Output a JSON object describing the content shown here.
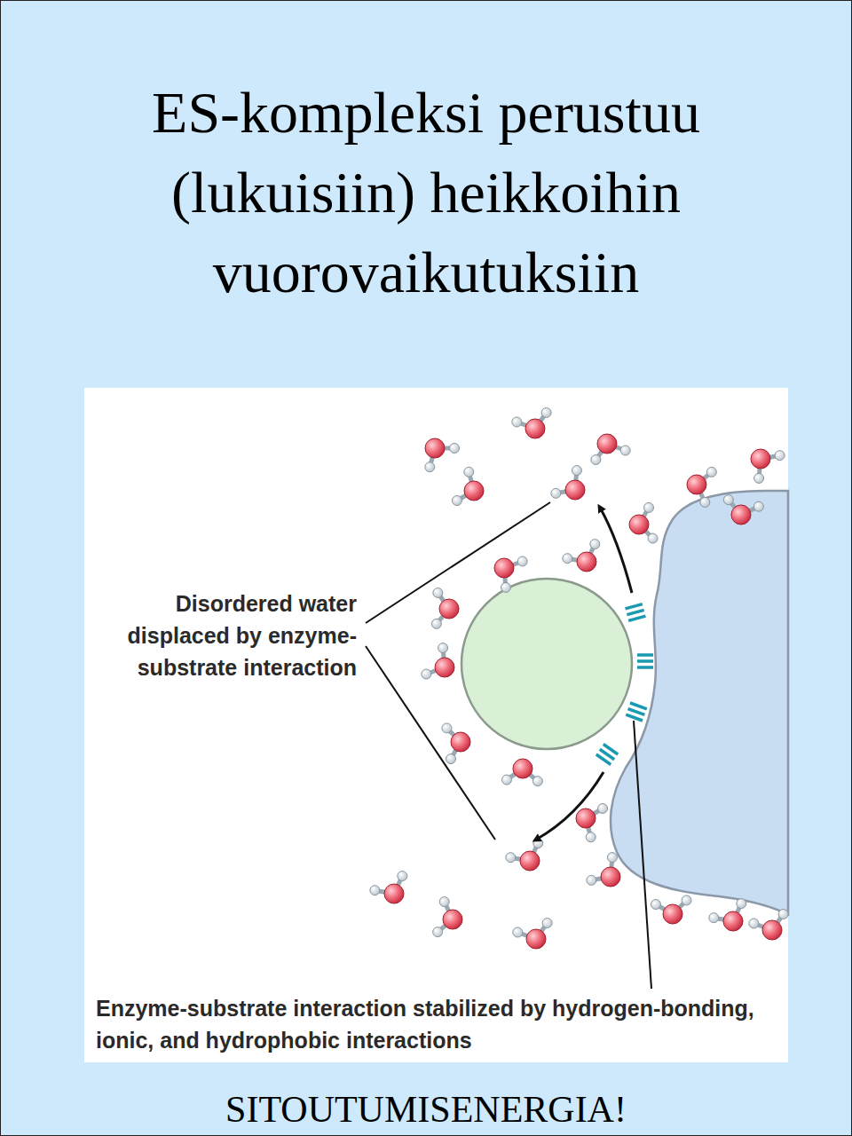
{
  "diagram": {
    "title": "ES-kompleksi perustuu (lukuisiin) heikkoihin vuorovaikutuksiin",
    "caption": "SITOUTUMISENERGIA!",
    "labels": [
      "Disordered water displaced by enzyme-substrate interaction",
      "Enzyme-substrate interaction stabilized by hydrogen-bonding, ionic, and hydrophobic interactions"
    ]
  }
}
